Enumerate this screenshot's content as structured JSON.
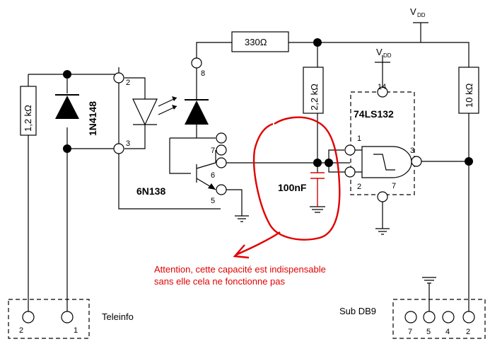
{
  "components": {
    "r_1k2": "1,2 kΩ",
    "diode": "1N4148",
    "optocoupler": "6N138",
    "r_330": "330Ω",
    "r_2k2": "2,2 kΩ",
    "r_10k": "10 kΩ",
    "gate_ic": "74LS132",
    "capacitor": "100nF"
  },
  "supply": {
    "vdd_main": "V",
    "vdd_main_sub": "DD",
    "vdd_gate": "V",
    "vdd_gate_sub": "DD"
  },
  "pins": {
    "opto_2": "2",
    "opto_3": "3",
    "opto_8": "8",
    "opto_7": "7",
    "opto_6": "6",
    "opto_5": "5",
    "gate_14": "14",
    "gate_1": "1",
    "gate_2": "2",
    "gate_3": "3",
    "gate_7": "7",
    "teleinfo_2": "2",
    "teleinfo_1": "1",
    "db9_7": "7",
    "db9_5": "5",
    "db9_4": "4",
    "db9_2": "2"
  },
  "connectors": {
    "teleinfo": "Teleinfo",
    "db9": "Sub DB9"
  },
  "annotation": {
    "line1": "Attention, cette capacité est indispensable",
    "line2": "sans elle cela ne fonctionne pas"
  }
}
